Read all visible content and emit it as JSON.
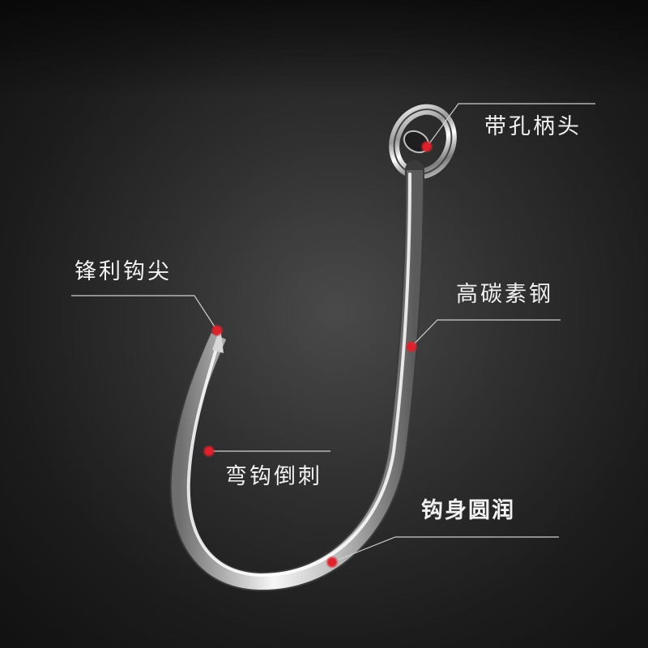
{
  "labels": {
    "eye": "带孔柄头",
    "point": "锋利钩尖",
    "material": "高碳素钢",
    "barb": "弯钩倒刺",
    "body": "钩身圆润"
  },
  "colors": {
    "marker": "#e0202a",
    "leader_line": "#cfcfcf",
    "text": "#f2f2f2"
  }
}
